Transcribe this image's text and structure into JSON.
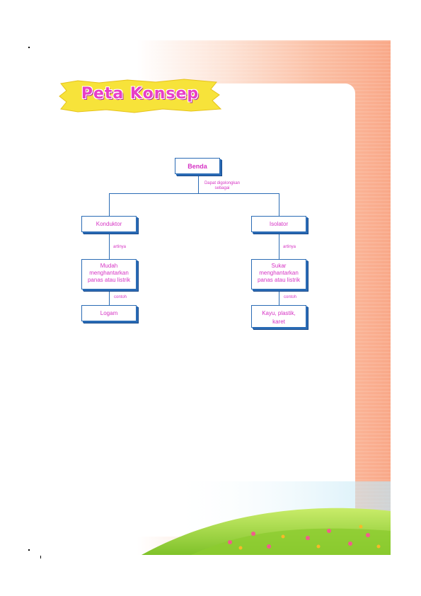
{
  "title": "Peta Konsep",
  "colors": {
    "title_text": "#e83fc7",
    "banner_fill": "#f7e33a",
    "node_border": "#2a6bb5",
    "node_text": "#d633c4",
    "background_accent": "#f9a888",
    "meadow_green": "#9ed43b"
  },
  "concept_map": {
    "root": "Benda",
    "root_edge_label": "Dapat digolongkan sebagai",
    "branches": [
      {
        "label": "Konduktor",
        "meaning_edge_label": "artinya",
        "meaning": "Mudah menghantarkan panas atau listrik",
        "example_edge_label": "contoh",
        "example": "Logam"
      },
      {
        "label": "Isolator",
        "meaning_edge_label": "artinya",
        "meaning": "Sukar menghantarkan panas atau listrik",
        "example_edge_label": "contoh",
        "example": "Kayu, plastik, karet"
      }
    ]
  }
}
